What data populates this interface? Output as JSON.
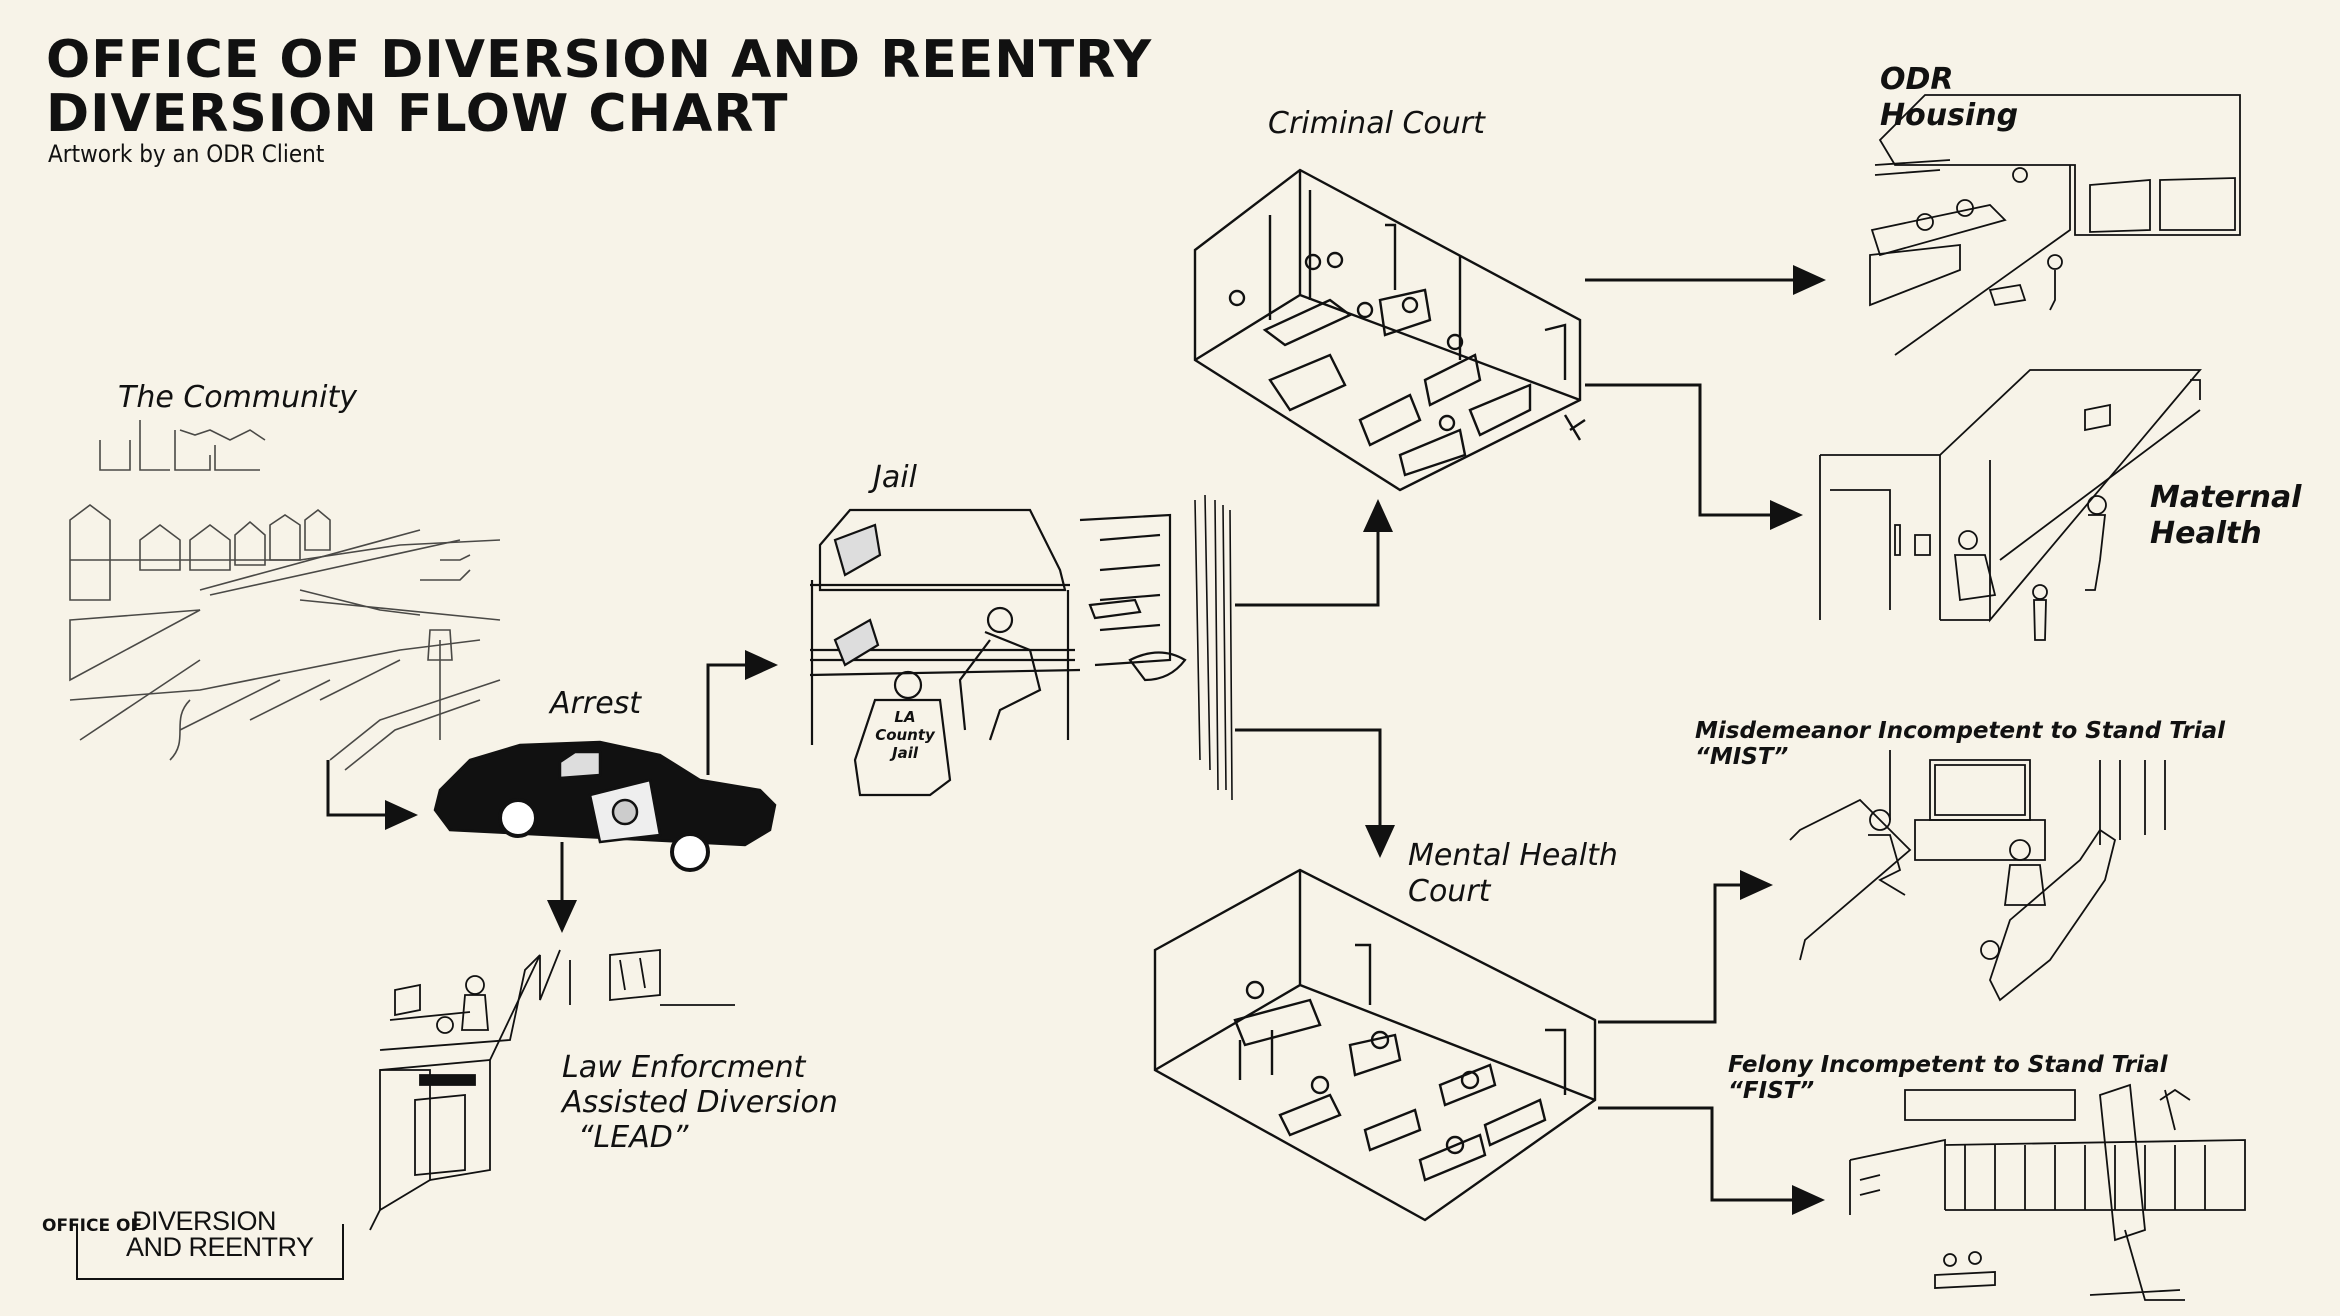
{
  "header": {
    "title_line1": "OFFICE OF DIVERSION AND REENTRY",
    "title_line2": "DIVERSION FLOW CHART",
    "credit": "Artwork by an ODR Client"
  },
  "nodes": {
    "community": "The Community",
    "arrest": "Arrest",
    "jail": "Jail",
    "lead_line1": "Law Enforcment",
    "lead_line2": "Assisted Diversion",
    "lead_line3": "“LEAD”",
    "criminal_court": "Criminal Court",
    "odr_housing_line1": "ODR",
    "odr_housing_line2": "Housing",
    "maternal_line1": "Maternal",
    "maternal_line2": "Health",
    "mhc_line1": "Mental Health",
    "mhc_line2": "Court",
    "mist_line1": "Misdemeanor Incompetent to Stand Trial",
    "mist_line2": "“MIST”",
    "fist_line1": "Felony Incompetent to Stand Trial",
    "fist_line2": "“FIST”"
  },
  "jail_shirt_line1": "LA",
  "jail_shirt_line2": "County",
  "jail_shirt_line3": "Jail",
  "logo": {
    "prefix": "OFFICE OF",
    "line1": "DIVERSION",
    "line2": "AND REENTRY"
  },
  "colors": {
    "background": "#f7f3e8",
    "ink": "#111111"
  }
}
